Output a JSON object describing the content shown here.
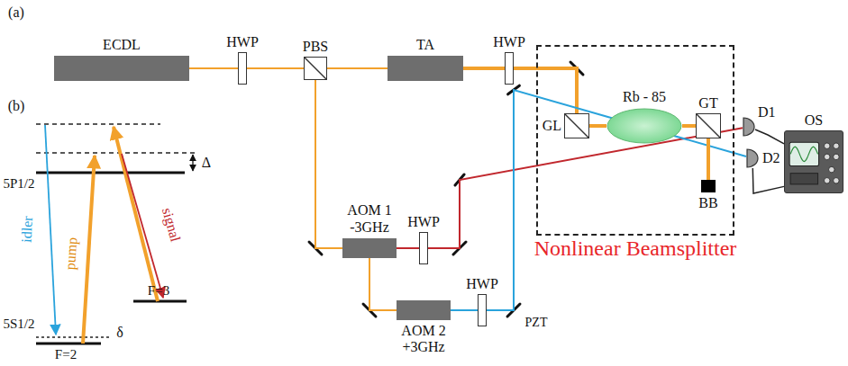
{
  "diagram": {
    "nodes": [
      {
        "text": [
          "ECDL"
        ]
      },
      {
        "text": [
          "HWP"
        ]
      },
      {
        "text": [
          "PBS"
        ]
      },
      {
        "text": [
          "TA"
        ]
      },
      {
        "text": [
          "HWP"
        ]
      },
      {
        "text": [
          "AOM 1",
          "-3GHz"
        ]
      },
      {
        "text": [
          "HWP"
        ]
      },
      {
        "text": [
          "AOM 2",
          "+3GHz"
        ]
      },
      {
        "text": [
          "HWP"
        ]
      },
      {
        "text": [
          "Nonlinear Beamsplitter"
        ]
      },
      {
        "text": [
          "GL"
        ],
        "in": 9
      },
      {
        "text": [
          "Rb - 85"
        ],
        "in": 9
      },
      {
        "text": [
          "GT"
        ],
        "in": 9
      },
      {
        "text": [
          "BB"
        ],
        "in": 9
      },
      {
        "text": [
          "D1"
        ]
      },
      {
        "text": [
          "D2"
        ]
      },
      {
        "text": [
          "OS"
        ]
      }
    ],
    "edges": [
      {
        "from": 0,
        "to": 1,
        "arrow": "none"
      },
      {
        "from": 1,
        "to": 2,
        "arrow": "none"
      },
      {
        "from": 2,
        "to": 3,
        "arrow": "none"
      },
      {
        "from": 3,
        "to": 4,
        "arrow": "none"
      },
      {
        "from": 4,
        "to": 10,
        "arrow": "none"
      },
      {
        "from": 2,
        "to": 5,
        "arrow": "none"
      },
      {
        "from": 5,
        "to": 6,
        "arrow": "none"
      },
      {
        "from": 6,
        "to": 14,
        "arrow": "none"
      },
      {
        "from": 5,
        "to": 7,
        "arrow": "none"
      },
      {
        "from": 7,
        "to": 8,
        "arrow": "none"
      },
      {
        "from": 8,
        "to": 15,
        "arrow": "none"
      },
      {
        "from": 10,
        "to": 11,
        "arrow": "none"
      },
      {
        "from": 11,
        "to": 12,
        "arrow": "none"
      },
      {
        "from": 12,
        "to": 13,
        "arrow": "none"
      },
      {
        "from": 14,
        "to": 16,
        "arrow": "none"
      },
      {
        "from": 15,
        "to": 16,
        "arrow": "none"
      }
    ],
    "labels": [
      "(a)",
      "(b)",
      "5P1/2",
      "5S1/2",
      "F=2",
      "F=3",
      "Δ",
      "δ",
      "idler",
      "pump",
      "signal",
      "PZT"
    ]
  }
}
